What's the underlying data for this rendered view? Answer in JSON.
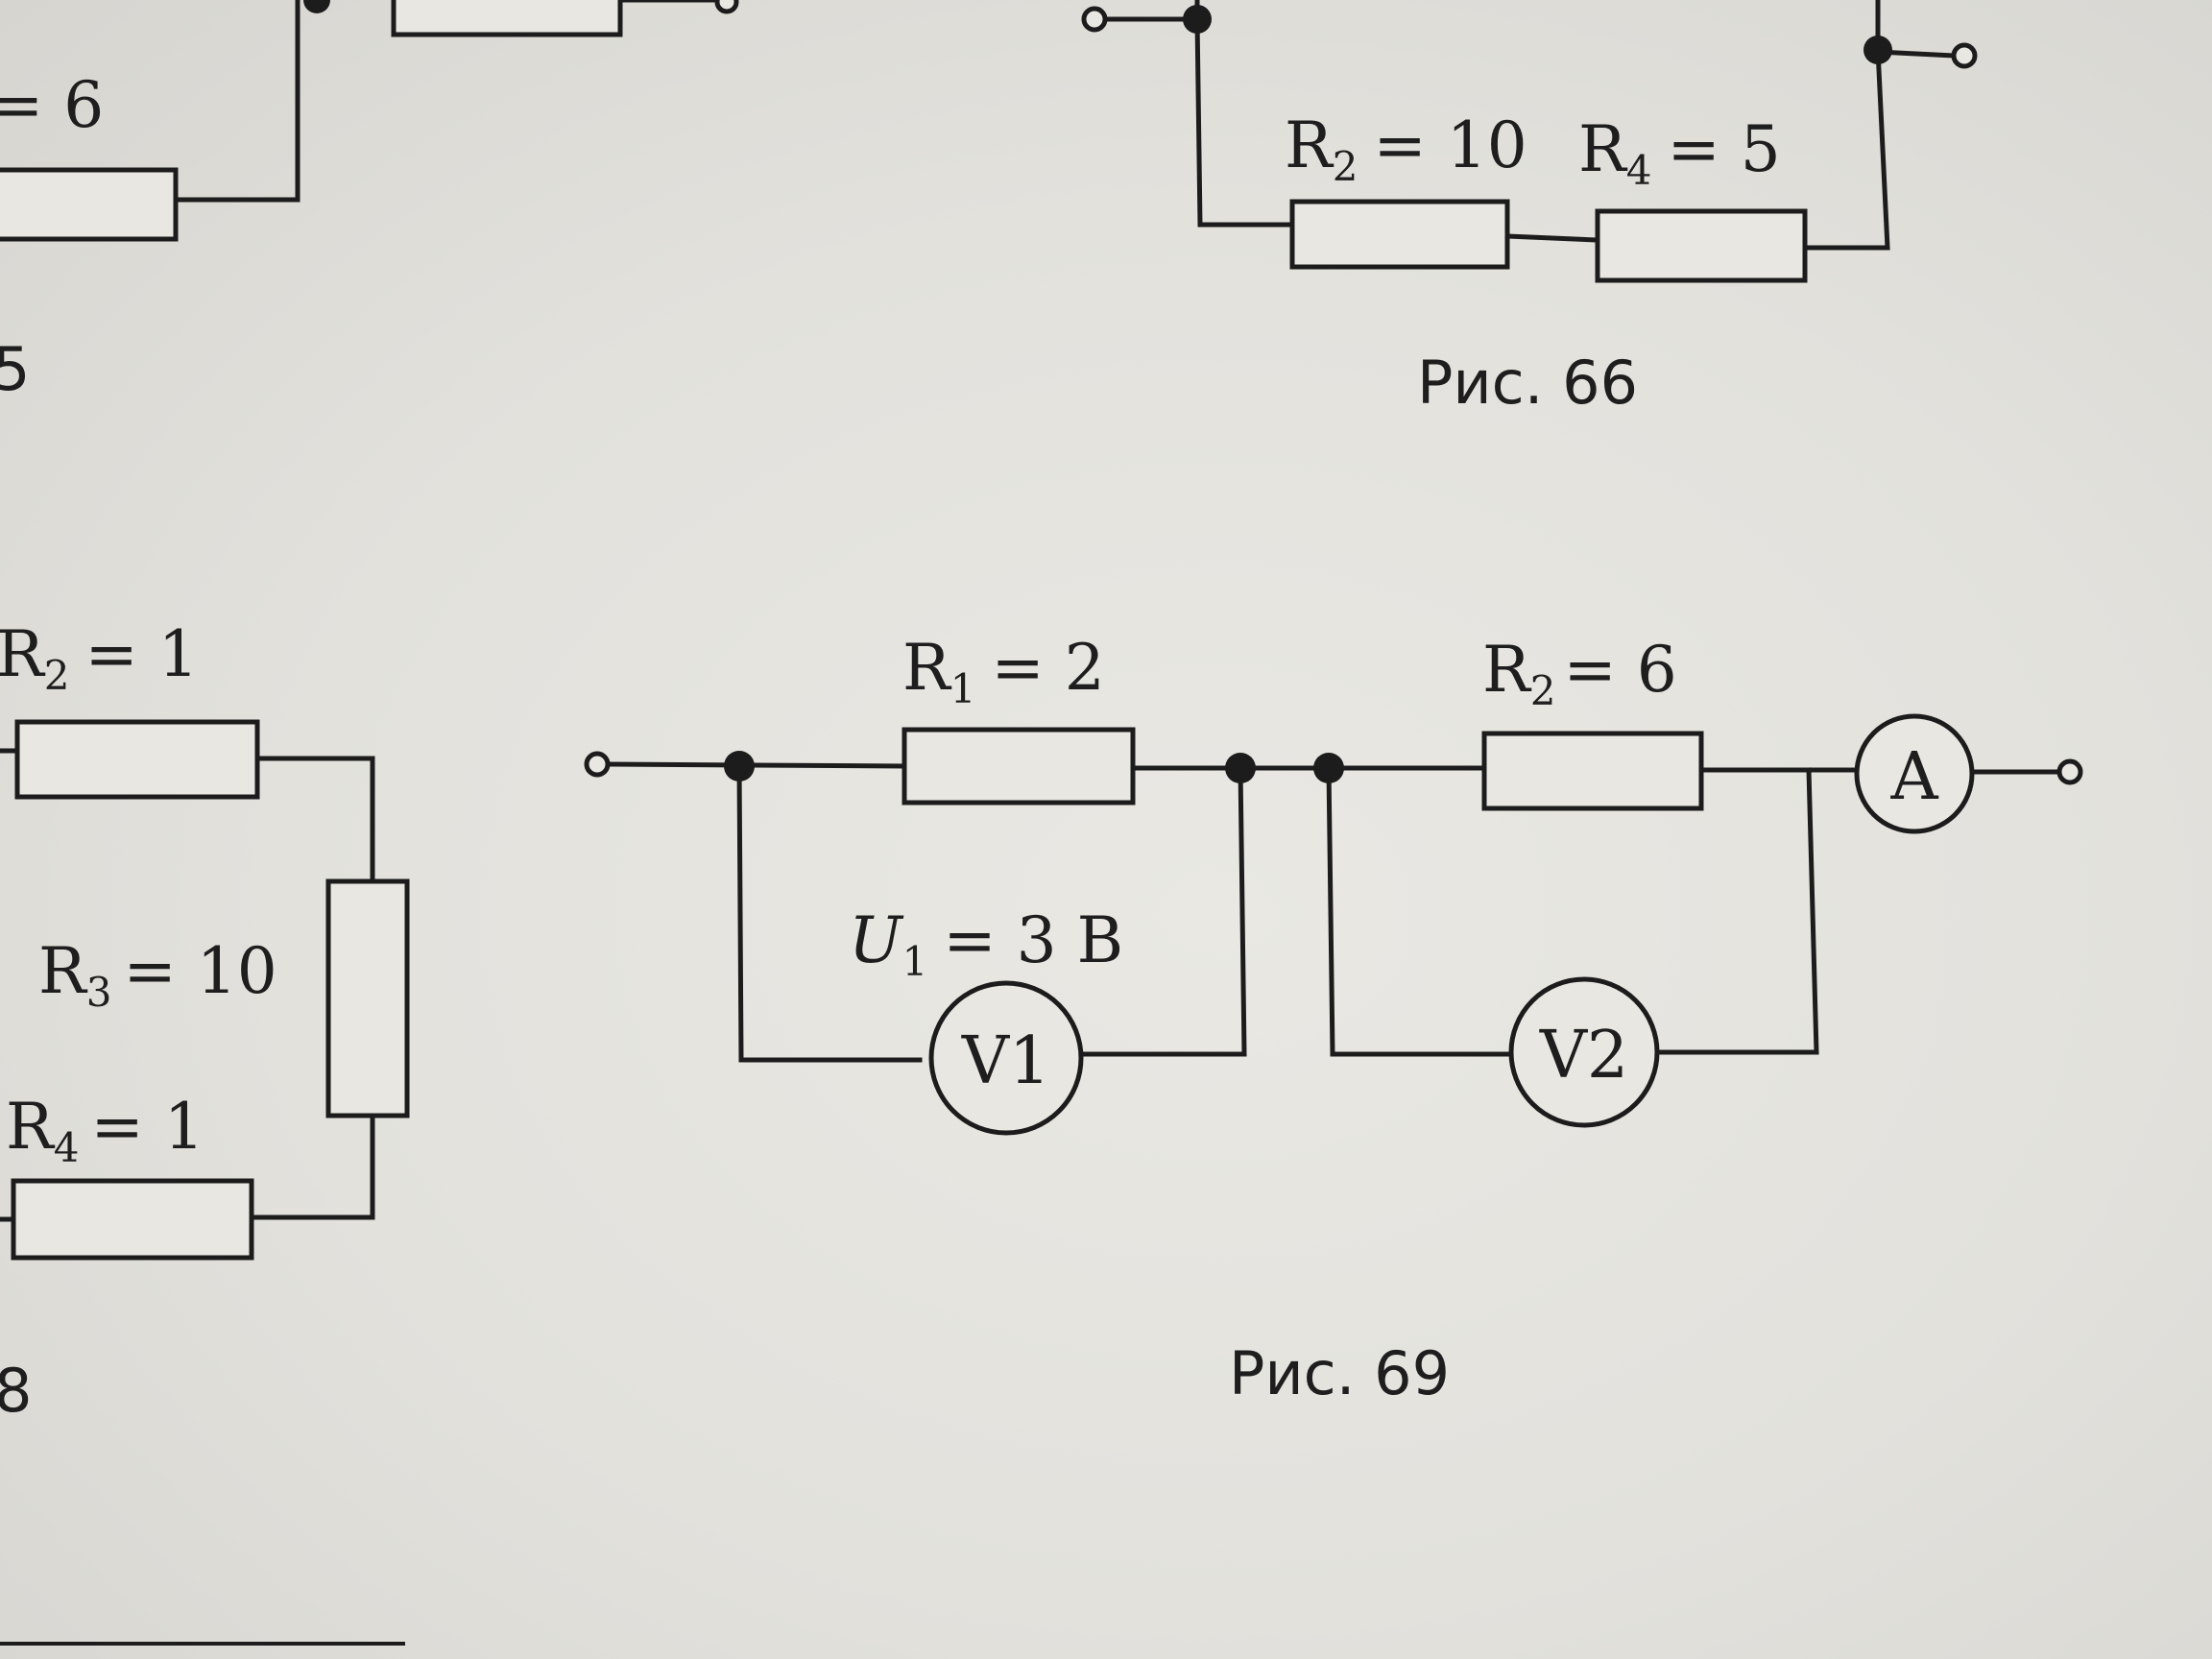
{
  "top_left": {
    "fragment_label_value": "= 6",
    "fig_number_fragment": "5"
  },
  "fig66": {
    "r2": {
      "symbol": "R",
      "sub": "2",
      "value": "= 10"
    },
    "r4": {
      "symbol": "R",
      "sub": "4",
      "value": "= 5"
    },
    "caption": "Рис. 66"
  },
  "left_fig": {
    "r2": {
      "symbol": "R",
      "sub": "2",
      "value": "= 1"
    },
    "r3": {
      "symbol": "R",
      "sub": "3",
      "value": "= 10"
    },
    "r4": {
      "symbol": "R",
      "sub": "4",
      "value": "= 1"
    },
    "fig_number_fragment": "8"
  },
  "fig69": {
    "r1": {
      "symbol": "R",
      "sub": "1",
      "value": "= 2"
    },
    "r2": {
      "symbol": "R",
      "sub": "2",
      "value": "= 6"
    },
    "u1": {
      "symbol": "U",
      "sub": "1",
      "value": "= 3 В"
    },
    "voltmeter1": "V1",
    "voltmeter2": "V2",
    "ammeter": "A",
    "caption": "Рис. 69"
  }
}
